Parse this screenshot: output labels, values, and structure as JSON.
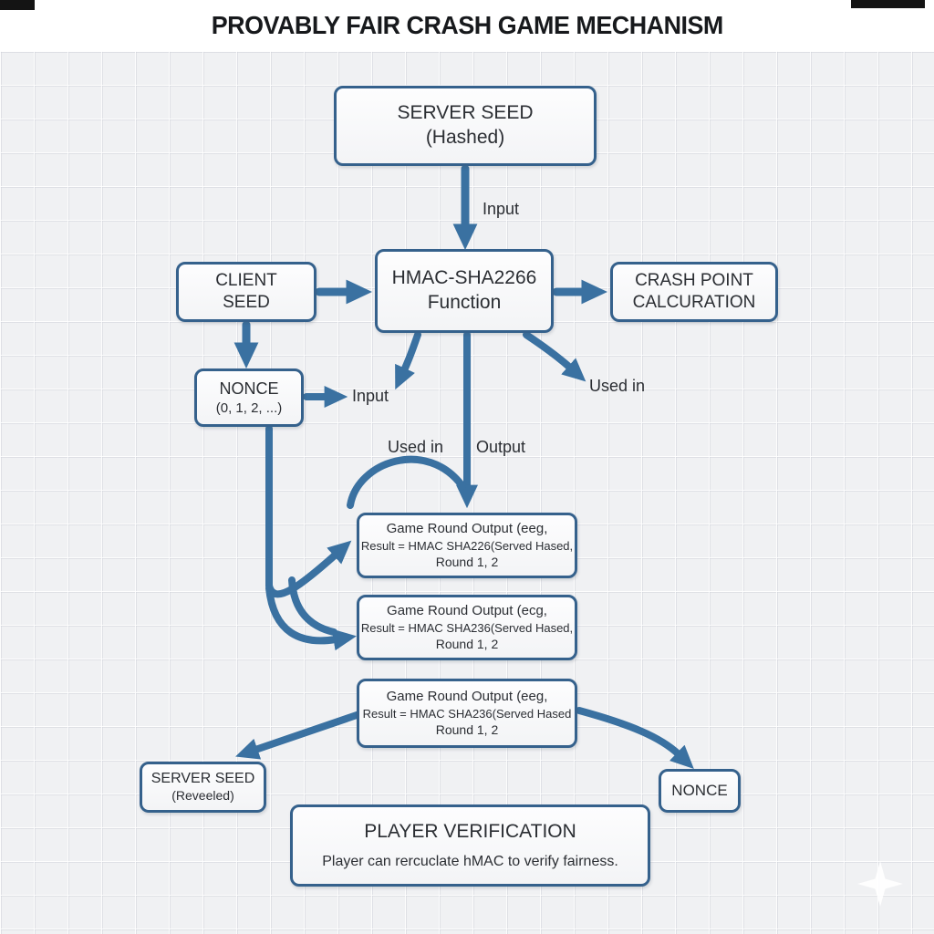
{
  "title": "PROVABLY FAIR CRASH GAME MECHANISM",
  "colors": {
    "accent": "#3a71a1",
    "box_border": "#35618c",
    "text": "#2b2e33"
  },
  "nodes": {
    "server_seed_hashed": {
      "line1": "SERVER SEED",
      "line2": "(Hashed)"
    },
    "client_seed": {
      "line1": "CLIENT",
      "line2": "SEED"
    },
    "hmac_function": {
      "line1": "HMAC-SHA2266",
      "line2": "Function"
    },
    "crash_point": {
      "line1": "CRASH POINT",
      "line2": "CALCURATION"
    },
    "nonce_counter": {
      "line1": "NONCE",
      "line2": "(0, 1, 2, ...)"
    },
    "round_output_1": {
      "line1": "Game Round Output (eeg,",
      "line2": "Result = HMAC SHA226(Served Hased,",
      "line3": "Round 1, 2"
    },
    "round_output_2": {
      "line1": "Game Round Output (ecg,",
      "line2": "Result = HMAC SHA236(Served Hased,",
      "line3": "Round 1, 2"
    },
    "round_output_3": {
      "line1": "Game Round Output (eeg,",
      "line2": "Result = HMAC SHA236(Served Hased",
      "line3": "Round 1, 2"
    },
    "server_seed_revealed": {
      "line1": "SERVER SEED",
      "line2": "(Reveeled)"
    },
    "nonce_result": {
      "line1": "NONCE"
    },
    "player_verification": {
      "title": "PLAYER VERIFICATION",
      "subtitle": "Player can rercuclate hMAC to verify fairness."
    }
  },
  "edge_labels": {
    "input_top": "Input",
    "input_nonce": "Input",
    "used_in_right": "Used in",
    "used_in_mid": "Used in",
    "output": "Output"
  }
}
